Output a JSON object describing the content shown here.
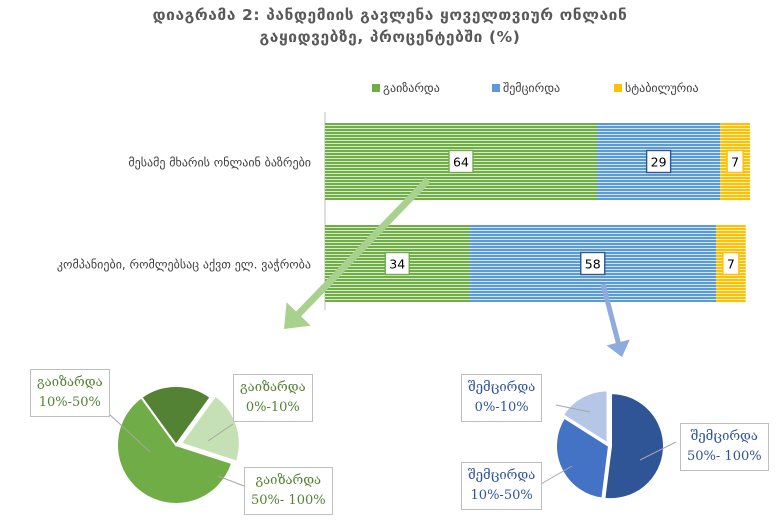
{
  "title_line1": "დიაგრამა 2: პანდემიის გავლენა ყოველთვიურ ონლაინ",
  "title_line2": "გაყიდვებზე, პროცენტებში (%)",
  "colors": {
    "increased": "#70ad47",
    "decreased": "#5b9bd5",
    "stable": "#ffc000",
    "green_pie": [
      "#70ad47",
      "#548235",
      "#c5e0b4"
    ],
    "blue_pie": [
      "#2f5597",
      "#4472c4",
      "#b4c7e7"
    ],
    "green_text": "#548235",
    "blue_text": "#2f5597",
    "arrow_green": "#a9d18e",
    "arrow_blue": "#8faadc"
  },
  "chart_data": [
    {
      "type": "bar",
      "orientation": "horizontal",
      "stacked": true,
      "categories": [
        "მესამე მხარის ონლაინ ბაზრები",
        "კომპანიები, რომლებსაც აქვთ ელ. ვაჭრობა"
      ],
      "series": [
        {
          "name": "გაიზარდა",
          "values": [
            64,
            34
          ]
        },
        {
          "name": "შემცირდა",
          "values": [
            29,
            58
          ]
        },
        {
          "name": "სტაბილურია",
          "values": [
            7,
            7
          ]
        }
      ],
      "xlim": [
        0,
        100
      ],
      "legend": "top",
      "grid": false
    },
    {
      "type": "pie",
      "labels": [
        {
          "l1": "გაიზარდა",
          "l2": "10%-50%"
        },
        {
          "l1": "გაიზარდა",
          "l2": "50%- 100%"
        },
        {
          "l1": "გაიზარდა",
          "l2": "0%-10%"
        }
      ],
      "values": [
        60,
        20,
        20
      ]
    },
    {
      "type": "pie",
      "labels": [
        {
          "l1": "შემცირდა",
          "l2": "50%- 100%"
        },
        {
          "l1": "შემცირდა",
          "l2": "10%-50%"
        },
        {
          "l1": "შემცირდა",
          "l2": "0%-10%"
        }
      ],
      "values": [
        52,
        32,
        16
      ]
    }
  ]
}
